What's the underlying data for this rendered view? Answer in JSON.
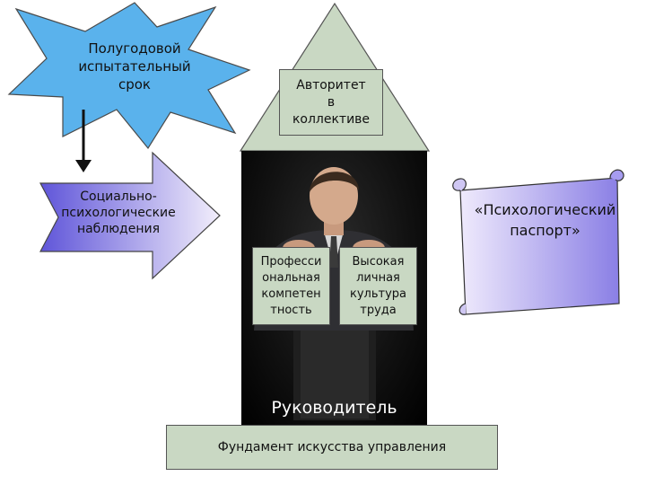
{
  "star": {
    "text_lines": [
      "Полугодовой",
      "испытательный",
      "срок"
    ]
  },
  "roof": {
    "text_lines": [
      "Авторитет",
      "в",
      "коллективе"
    ]
  },
  "pillars": [
    {
      "text_lines": [
        "Професси",
        "ональная",
        "компетен",
        "тность"
      ]
    },
    {
      "text_lines": [
        "Высокая",
        "личная",
        "культура",
        "труда"
      ]
    }
  ],
  "leader_label": "Руководитель",
  "foundation_label": "Фундамент искусства управления",
  "arrow": {
    "text_lines": [
      "Социально-",
      "психологические",
      "наблюдения"
    ]
  },
  "scroll": {
    "text_lines": [
      "«Психологический",
      "паспорт»"
    ]
  },
  "colors": {
    "star_fill": "#5ab2ec",
    "roof_fill": "#c9d8c3",
    "box_fill": "#c9d8c3",
    "arrow_fill_start": "#5f55d9",
    "arrow_fill_end": "#f2eefb",
    "scroll_fill_start": "#efeafc",
    "scroll_fill_end": "#8a7fe5"
  }
}
